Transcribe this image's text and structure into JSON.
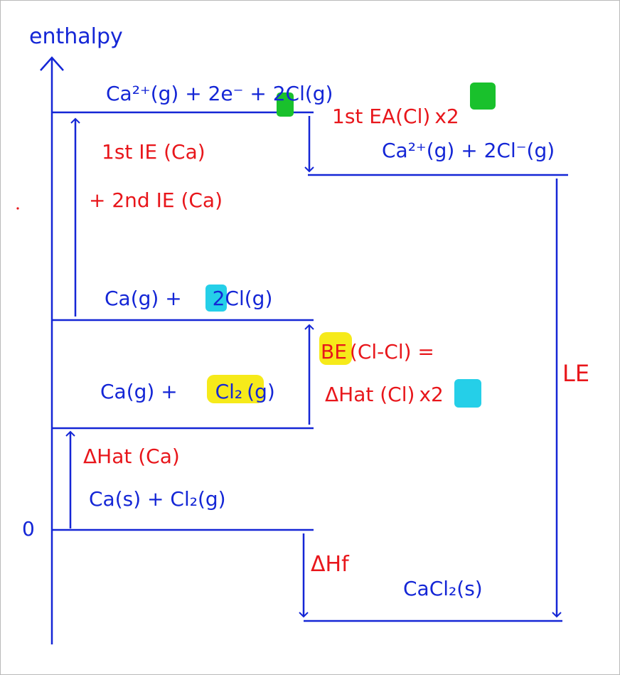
{
  "diagram": {
    "axis_label": "enthalpy",
    "zero_label": "0",
    "colors": {
      "blue": "#1426d6",
      "red": "#e8161b",
      "green": "#19c12c",
      "cyan": "#25cfe8",
      "yellow": "#f6ea1a"
    },
    "levels": {
      "top": {
        "pre": "Ca²⁺(g) + 2e⁻ + ",
        "coef": "2",
        "post": "Cl(g)"
      },
      "right": "Ca²⁺(g) + 2Cl⁻(g)",
      "atoms": {
        "pre": "Ca(g) + ",
        "coef": "2",
        "post": "Cl(g)"
      },
      "ca_gas": {
        "pre": "Ca(g) + ",
        "hl": "Cl₂",
        "post": "(g)"
      },
      "elements": "Ca(s) + Cl₂(g)",
      "product": "CaCl₂(s)"
    },
    "steps": {
      "ie_line1": "1st IE (Ca)",
      "ie_line2": "+ 2nd IE (Ca)",
      "ea": {
        "text": "1st EA(Cl)",
        "times": "x",
        "coef": "2"
      },
      "be": {
        "hl": "BE",
        "rest": "(Cl-Cl) ="
      },
      "hat_cl": {
        "text": "ΔHat (Cl)",
        "times": "x",
        "coef": "2"
      },
      "hat_ca": "ΔHat (Ca)",
      "hf": "ΔHf",
      "le": "LE"
    }
  }
}
